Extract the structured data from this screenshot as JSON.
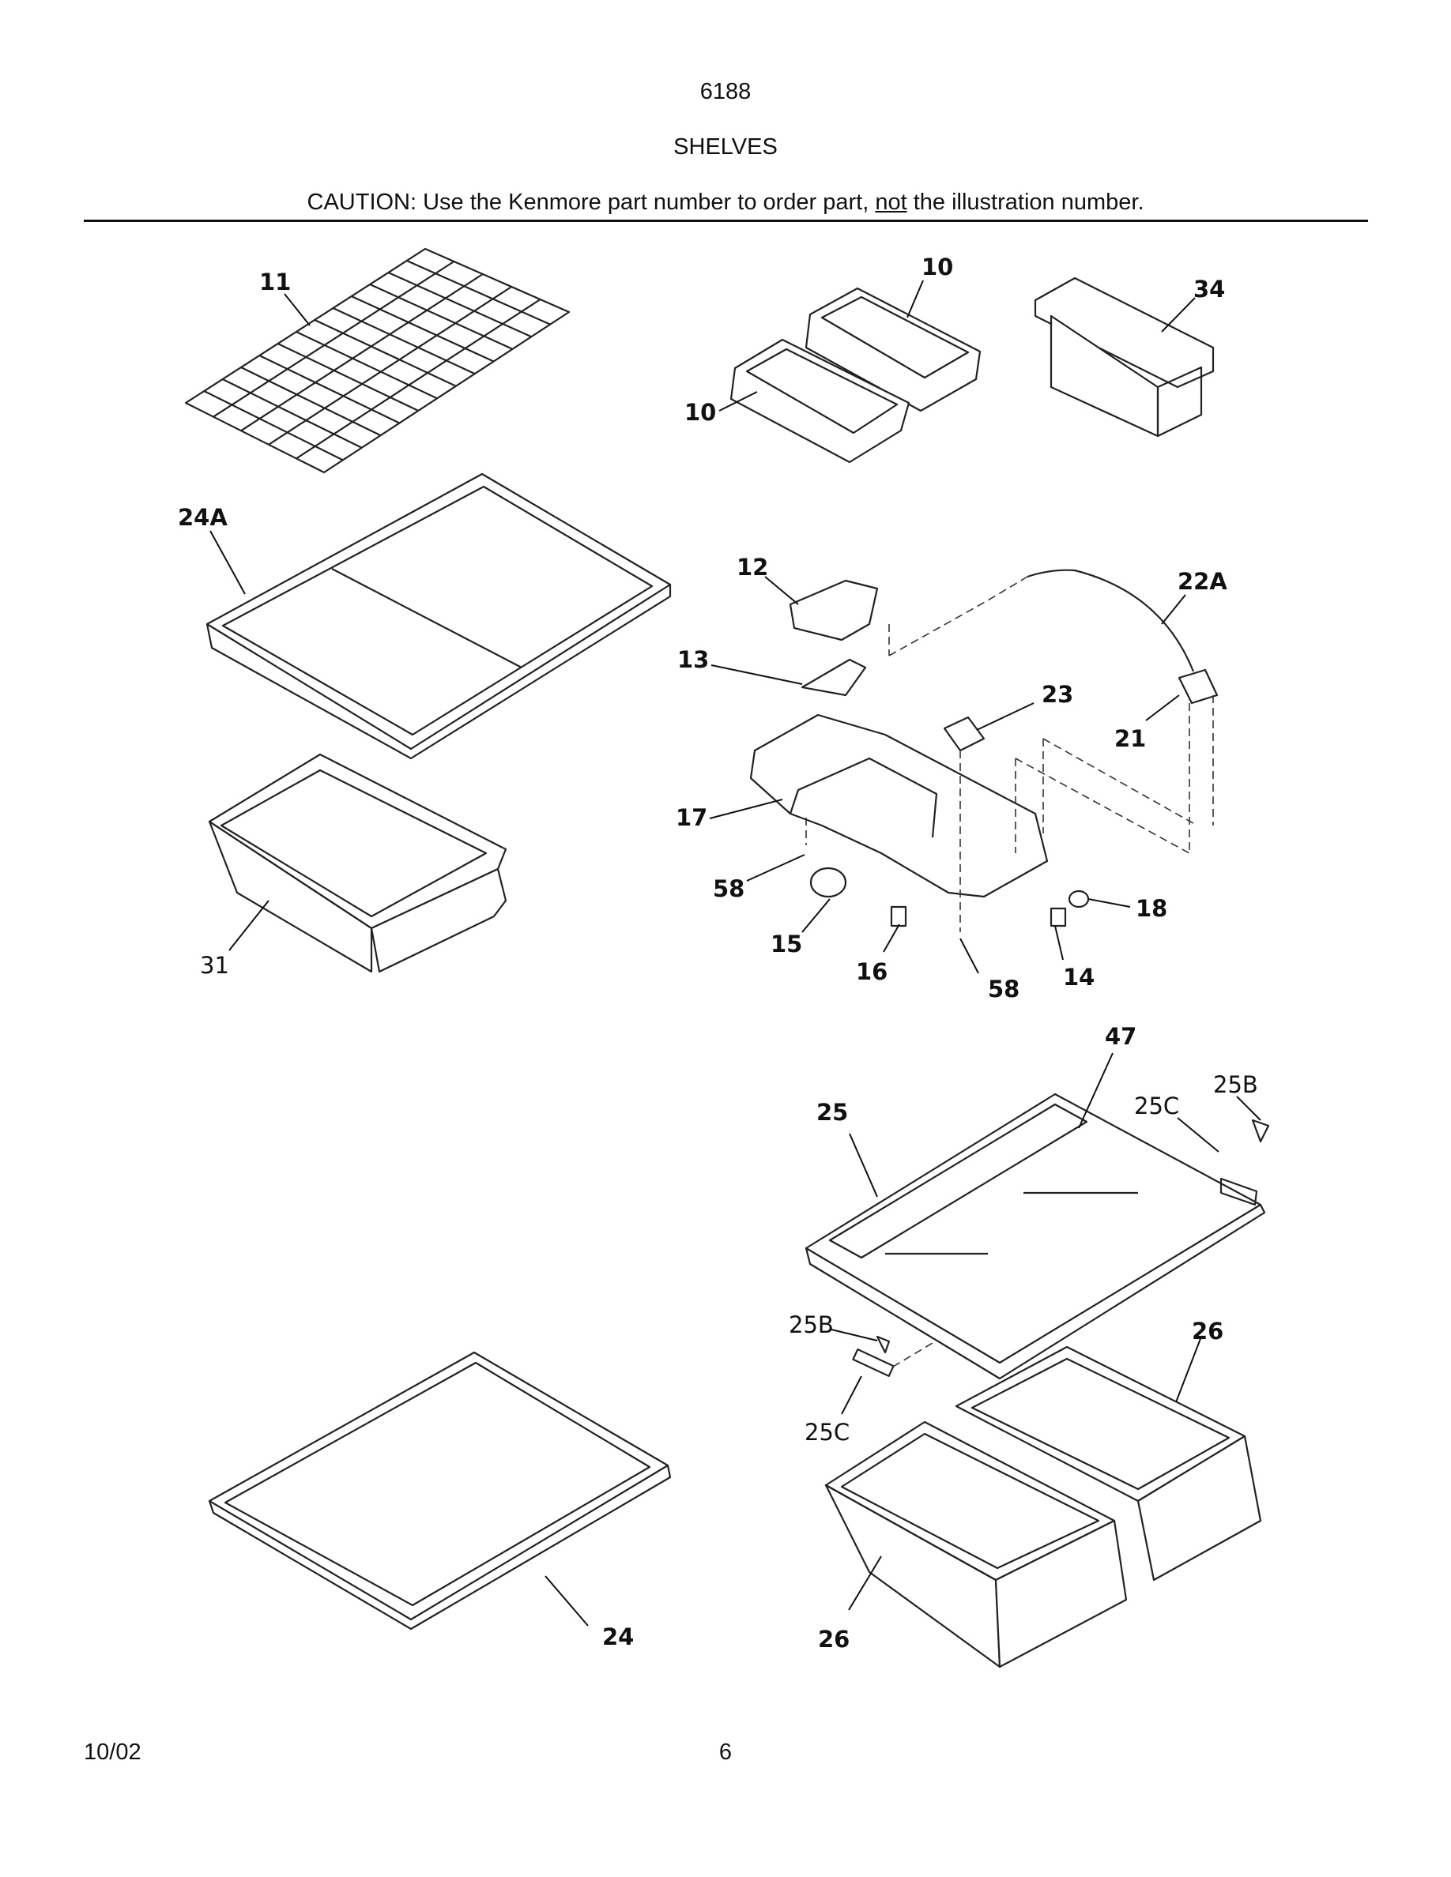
{
  "header": {
    "model": "6188",
    "section": "SHELVES",
    "caution_before": "CAUTION: Use the Kenmore part number to order part, ",
    "caution_emphasis": "not",
    "caution_after": " the illustration number."
  },
  "footer": {
    "date": "10/02",
    "page": "6"
  },
  "labels": {
    "l11": "11",
    "l10a": "10",
    "l10b": "10",
    "l34": "34",
    "l24A": "24A",
    "l12": "12",
    "l22A": "22A",
    "l13": "13",
    "l23": "23",
    "l21": "21",
    "l17": "17",
    "l58a": "58",
    "l18": "18",
    "l15": "15",
    "l16": "16",
    "l58b": "58",
    "l14": "14",
    "l31": "31",
    "l47": "47",
    "l25B_top": "25B",
    "l25C_top": "25C",
    "l25": "25",
    "l25B_low": "25B",
    "l26_top": "26",
    "l25C_low": "25C",
    "l24": "24",
    "l26_low": "26"
  }
}
